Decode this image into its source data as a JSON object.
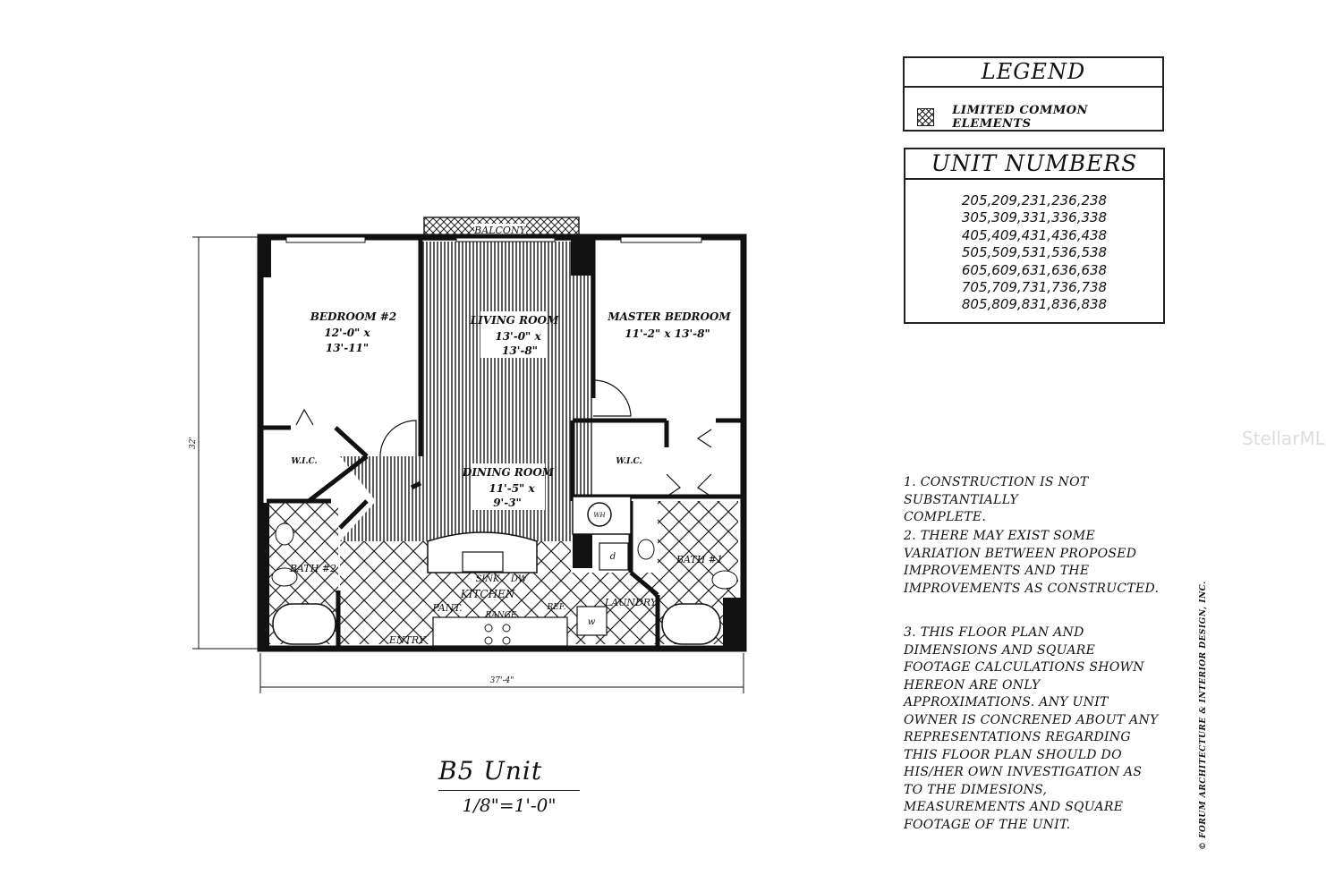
{
  "legend": {
    "title": "LEGEND",
    "items": [
      {
        "icon": "crosshatch-icon",
        "label": "LIMITED COMMON ELEMENTS"
      }
    ]
  },
  "unit_numbers": {
    "title": "UNIT NUMBERS",
    "rows": [
      "205,209,231,236,238",
      "305,309,331,336,338",
      "405,409,431,436,438",
      "505,509,531,536,538",
      "605,609,631,636,638",
      "705,709,731,736,738",
      "805,809,831,836,838"
    ]
  },
  "notes": [
    "1.  CONSTRUCTION IS NOT SUBSTANTIALLY COMPLETE.",
    "2. THERE MAY EXIST SOME VARIATION BETWEEN PROPOSED IMPROVEMENTS AND THE IMPROVEMENTS AS CONSTRUCTED.",
    "3.   THIS FLOOR PLAN AND DIMENSIONS AND SQUARE FOOTAGE CALCULATIONS SHOWN HEREON ARE ONLY APPROXIMATIONS.   ANY UNIT OWNER IS CONCRENED ABOUT ANY REPRESENTATIONS REGARDING THIS FLOOR PLAN SHOULD DO HIS/HER OWN INVESTIGATION AS TO THE DIMESIONS, MEASUREMENTS AND SQUARE FOOTAGE OF THE UNIT."
  ],
  "plan": {
    "title": "B5 Unit",
    "scale": "1/8\"=1'-0\"",
    "overall_width": "37'-4\"",
    "overall_depth": "32'",
    "rooms": {
      "balcony": "BALCONY",
      "bedroom2": {
        "name": "BEDROOM #2",
        "dim1": "12'-0\" x",
        "dim2": "13'-11\""
      },
      "living": {
        "name": "LIVING ROOM",
        "dim1": "13'-0\" x",
        "dim2": "13'-8\""
      },
      "master": {
        "name": "MASTER BEDROOM",
        "dim1": "11'-2\" x 13'-8\""
      },
      "dining": {
        "name": "DINING ROOM",
        "dim1": "11'-5\" x",
        "dim2": "9'-3\""
      },
      "wic_left": "W.I.C.",
      "wic_right": "W.I.C.",
      "bath2": "BATH #2",
      "bath1": "BATH #1",
      "kitchen": "KITCHEN",
      "sink": "SINK",
      "dw": "DW",
      "pantry": "PANT.",
      "range": "RANGE",
      "ref": "REF.",
      "laundry": "LAUNDRY",
      "entry": "ENTRY",
      "dryer": "d",
      "washer": "w",
      "wh": "WH"
    }
  },
  "credit": "© FORUM ARCHITECTURE & INTERIOR DESIGN, INC.",
  "watermark": "StellarMLS"
}
